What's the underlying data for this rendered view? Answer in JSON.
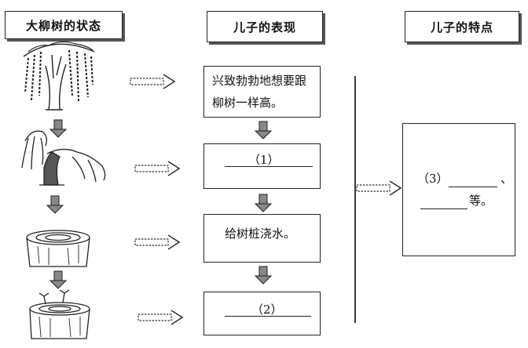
{
  "headers": {
    "tree_state": "大柳树的状态",
    "son_behavior": "儿子的表现",
    "son_trait": "儿子的特点"
  },
  "behaviors": {
    "b1_line1": "兴致勃勃地想要跟",
    "b1_line2": "柳树一样高。",
    "b2_label": "（1）",
    "b3_text": "给树桩浇水。",
    "b4_label": "（2）"
  },
  "traits": {
    "label": "（3）",
    "separator": "、",
    "suffix": "等。"
  },
  "icons": [
    "willow-tree-icon",
    "cut-tree-icon",
    "tree-stump-icon",
    "sprouting-stump-icon",
    "arrow-down-icon",
    "dashed-arrow-right-icon"
  ]
}
